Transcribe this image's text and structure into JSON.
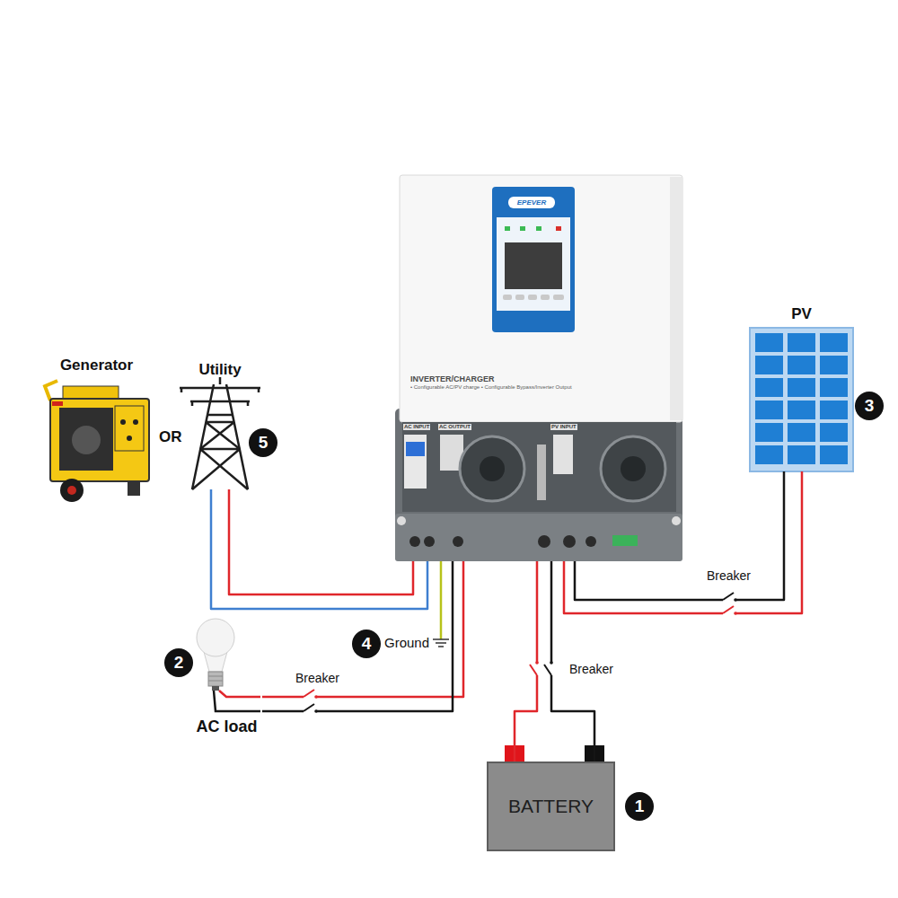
{
  "diagram": {
    "nodes": [
      {
        "text": [
          "Generator"
        ]
      },
      {
        "text": [
          "Utility"
        ]
      },
      {
        "text": [
          "PV"
        ]
      },
      {
        "text": [
          "INVERTER/CHARGER",
          "• Configurable AC/PV charge • Configurable Bypass/Inverter Output"
        ]
      },
      {
        "text": [
          "AC load"
        ]
      },
      {
        "text": [
          "BATTERY"
        ]
      }
    ],
    "edges": [
      {
        "from": 1,
        "to": 3,
        "arrow": "none"
      },
      {
        "from": 2,
        "to": 3,
        "label": "Breaker",
        "arrow": "none"
      },
      {
        "from": 3,
        "to": 4,
        "label": "Breaker",
        "arrow": "none"
      },
      {
        "from": 5,
        "to": 3,
        "label": "Breaker",
        "arrow": "none"
      }
    ],
    "labels": [
      "OR",
      "5",
      "3",
      "2",
      "4",
      "Ground",
      "1",
      "EPEVER",
      "AC INPUT",
      "AC OUTPUT",
      "PV INPUT"
    ]
  }
}
